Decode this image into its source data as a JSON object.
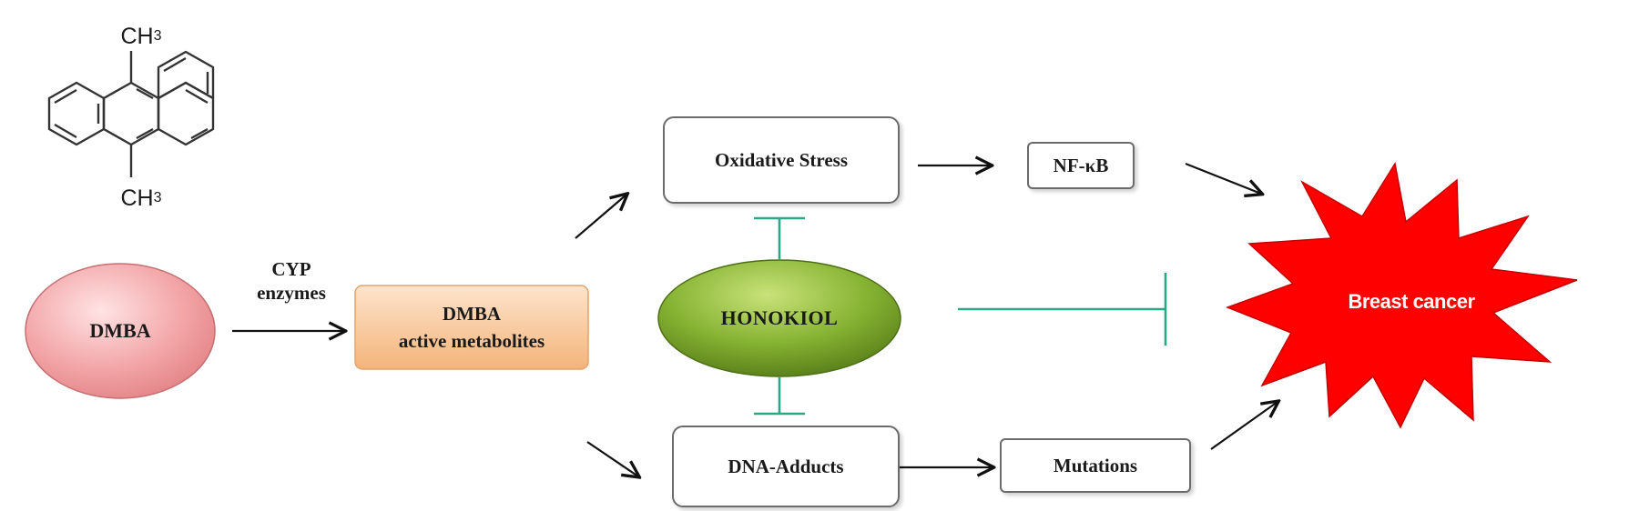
{
  "molecule": {
    "ch3_top_text": "CH",
    "ch3_top_sub": "3",
    "ch3_bottom_text": "CH",
    "ch3_bottom_sub": "3"
  },
  "nodes": {
    "dmba": "DMBA",
    "cyp_line1": "CYP",
    "cyp_line2": "enzymes",
    "metabolites_line1": "DMBA",
    "metabolites_line2": "active metabolites",
    "oxidative_stress": "Oxidative Stress",
    "nfkb": "NF-κB",
    "honokiol": "HONOKIOL",
    "dna_adducts": "DNA-Adducts",
    "mutations": "Mutations",
    "breast_cancer": "Breast cancer"
  },
  "colors": {
    "dmba_fill": "#f3a7a9",
    "metabolites_fill": "#f7c79a",
    "honokiol_fill": "#7aa32a",
    "cancer_fill": "#ff0000",
    "inhibit_line": "#2aa784",
    "arrow": "#111111",
    "box_border": "#6b6b6b"
  }
}
